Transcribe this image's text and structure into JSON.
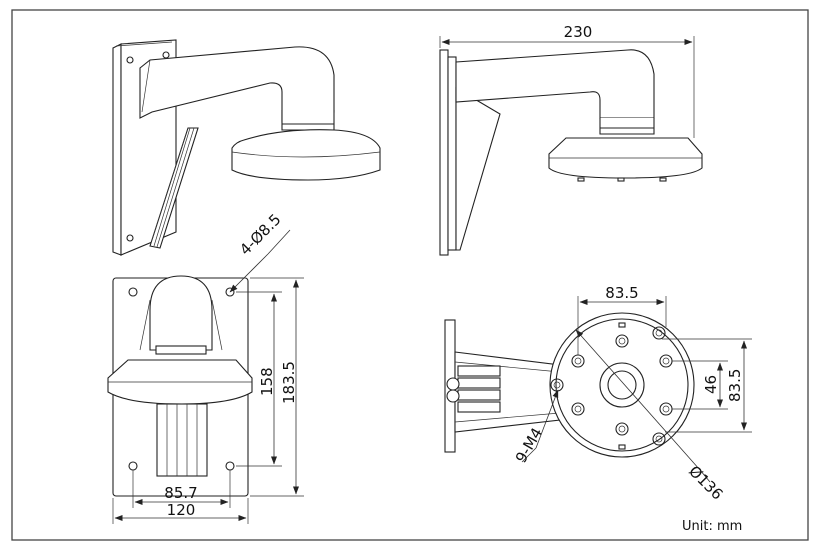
{
  "dimensions": {
    "side_width": "230",
    "hole_callout": "4-Ø8.5",
    "plate_hole_height": "158",
    "plate_height": "183.5",
    "plate_hole_spacing": "85.7",
    "plate_width": "120",
    "dome_hole_horizontal": "83.5",
    "dome_hole_vertical_inner": "46",
    "dome_hole_vertical_outer": "83.5",
    "screw_callout": "9-M4",
    "dome_diameter": "Ø136"
  },
  "unit_label": "Unit:  mm",
  "colors": {
    "line": "#222222",
    "frame": "#444444",
    "background": "#ffffff"
  }
}
